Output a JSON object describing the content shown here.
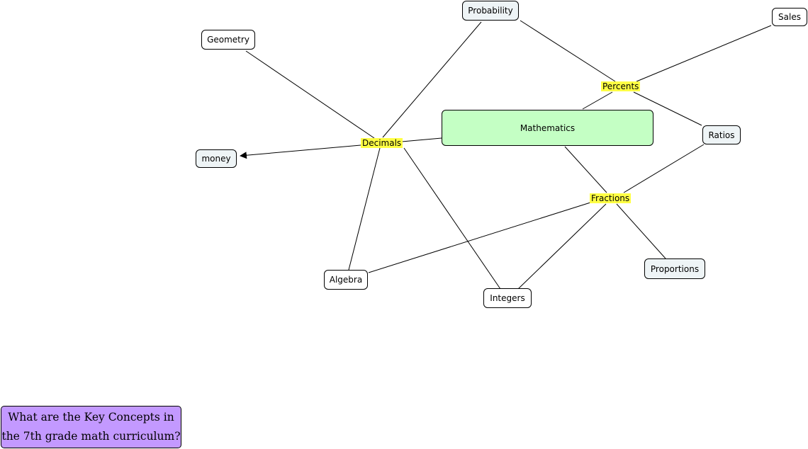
{
  "question": "What are the Key Concepts in the 7th grade math curriculum?",
  "nodes": {
    "mathematics": "Mathematics",
    "probability": "Probability",
    "sales": "Sales",
    "geometry": "Geometry",
    "money": "money",
    "ratios": "Ratios",
    "algebra": "Algebra",
    "integers": "Integers",
    "proportions": "Proportions"
  },
  "link_labels": {
    "decimals": "Decimals",
    "percents": "Percents",
    "fractions": "Fractions"
  },
  "colors": {
    "main_node": "#c4ffc4",
    "concept_node": "#ffffff",
    "concept_node_alt": "#eef4f6",
    "link_label_highlight": "#ffff44",
    "question_box": "#c399ff"
  }
}
